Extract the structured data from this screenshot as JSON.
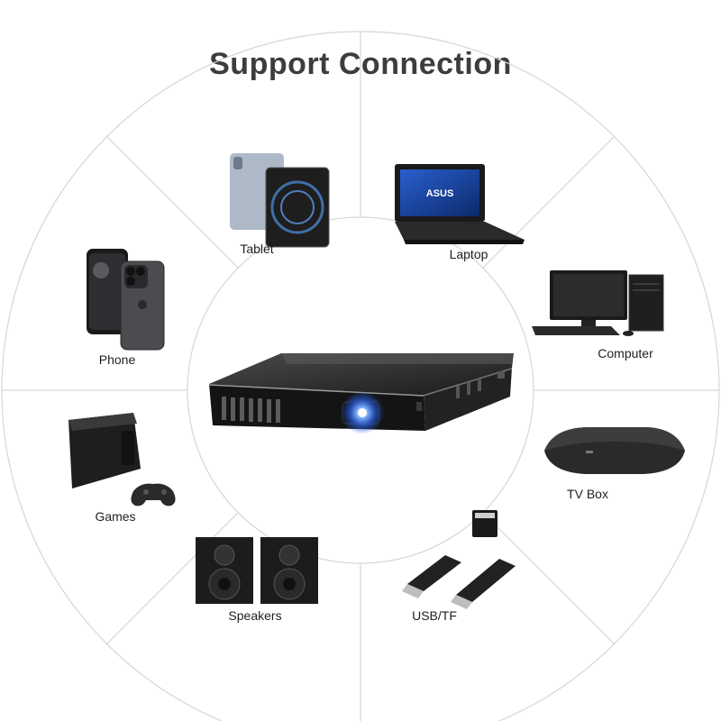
{
  "title": "Support Connection",
  "devices": {
    "tablet": "Tablet",
    "laptop": "Laptop",
    "phone": "Phone",
    "computer": "Computer",
    "games": "Games",
    "tv_box": "TV Box",
    "speakers": "Speakers",
    "usb_tf": "USB/TF"
  },
  "laptop_brand": "ASUS",
  "colors": {
    "title": "#3d3d3d",
    "divider": "#d6d6d6",
    "device_dark": "#1e1e1e",
    "projector_light": "#3a7bff"
  }
}
